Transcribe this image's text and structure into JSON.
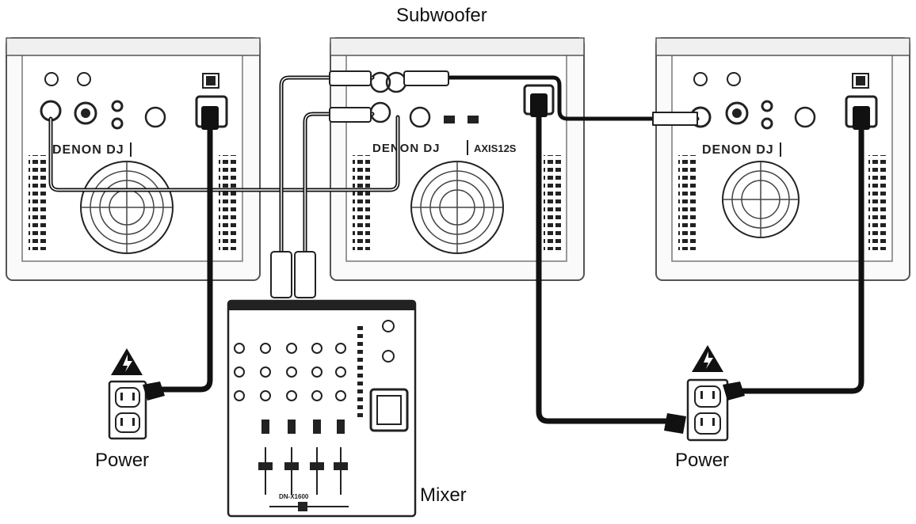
{
  "labels": {
    "subwoofer": "Subwoofer",
    "power_left": "Power",
    "power_right": "Power",
    "mixer": "Mixer"
  },
  "devices": {
    "brand": "DENON DJ",
    "model": "AXIS12S",
    "mixer_model": "DN-X1600"
  },
  "colors": {
    "ink": "#111111",
    "panel": "#f4f4f4",
    "panel_edge": "#555555",
    "cable": "#111111",
    "cable_highlight": "#ffffff"
  },
  "icons": {
    "hazard": "high-voltage-warning-icon",
    "outlet": "wall-outlet-icon"
  }
}
